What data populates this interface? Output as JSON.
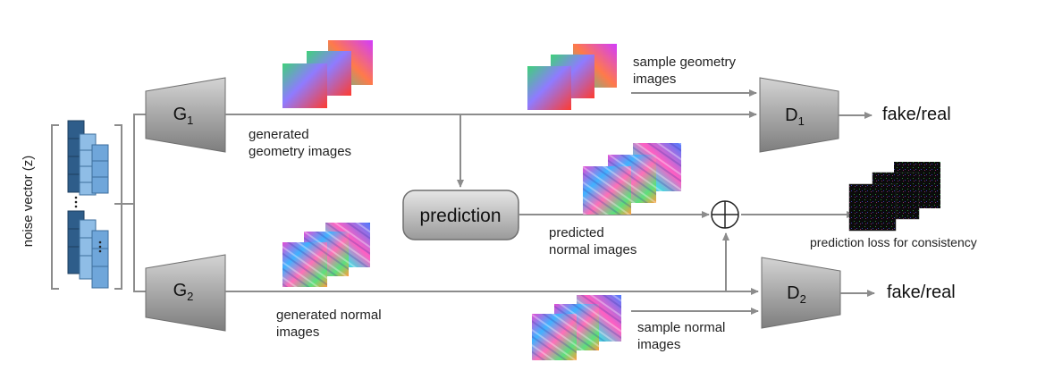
{
  "noise_label": "noise vector (z)",
  "generators": [
    {
      "name": "G",
      "sub": "1"
    },
    {
      "name": "G",
      "sub": "2"
    }
  ],
  "discriminators": [
    {
      "name": "D",
      "sub": "1"
    },
    {
      "name": "D",
      "sub": "2"
    }
  ],
  "prediction_label": "prediction",
  "labels": {
    "generated_geometry": "generated\ngeometry images",
    "generated_normal": "generated normal\nimages",
    "sample_geometry": "sample geometry\nimages",
    "sample_normal": "sample normal\nimages",
    "predicted_normal": "predicted\nnormal images",
    "prediction_loss": "prediction loss for consistency",
    "output_d1": "fake/real",
    "output_d2": "fake/real"
  },
  "colors": {
    "arrow": "#8c8c8c",
    "block_fill": "#a6a6a6",
    "block_dark": "#6f6f6f",
    "noise_dark": "#2e5d8a",
    "noise_light": "#6fa6da"
  }
}
